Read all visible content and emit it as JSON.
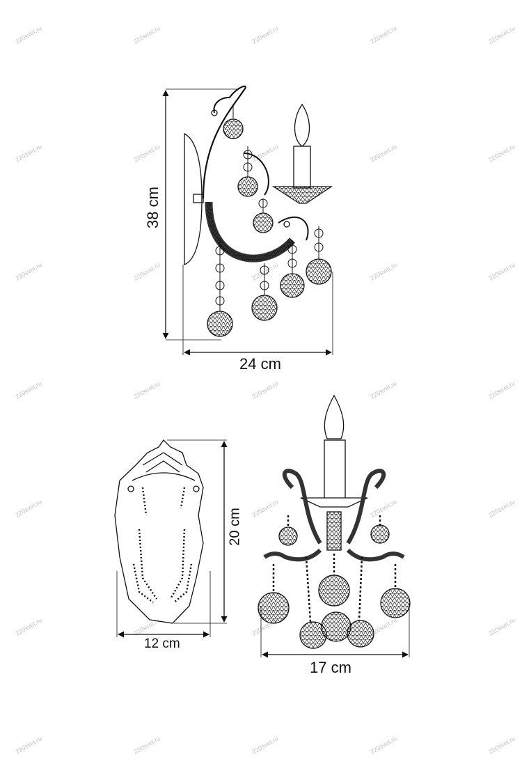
{
  "watermark": "220svet.ru",
  "side_view": {
    "height_label": "38 cm",
    "width_label": "24 cm"
  },
  "backplate_view": {
    "height_label": "20 cm",
    "width_label": "12 cm"
  },
  "front_view": {
    "width_label": "17 cm"
  },
  "colors": {
    "line": "#111111",
    "watermark": "#c4c4c4"
  }
}
